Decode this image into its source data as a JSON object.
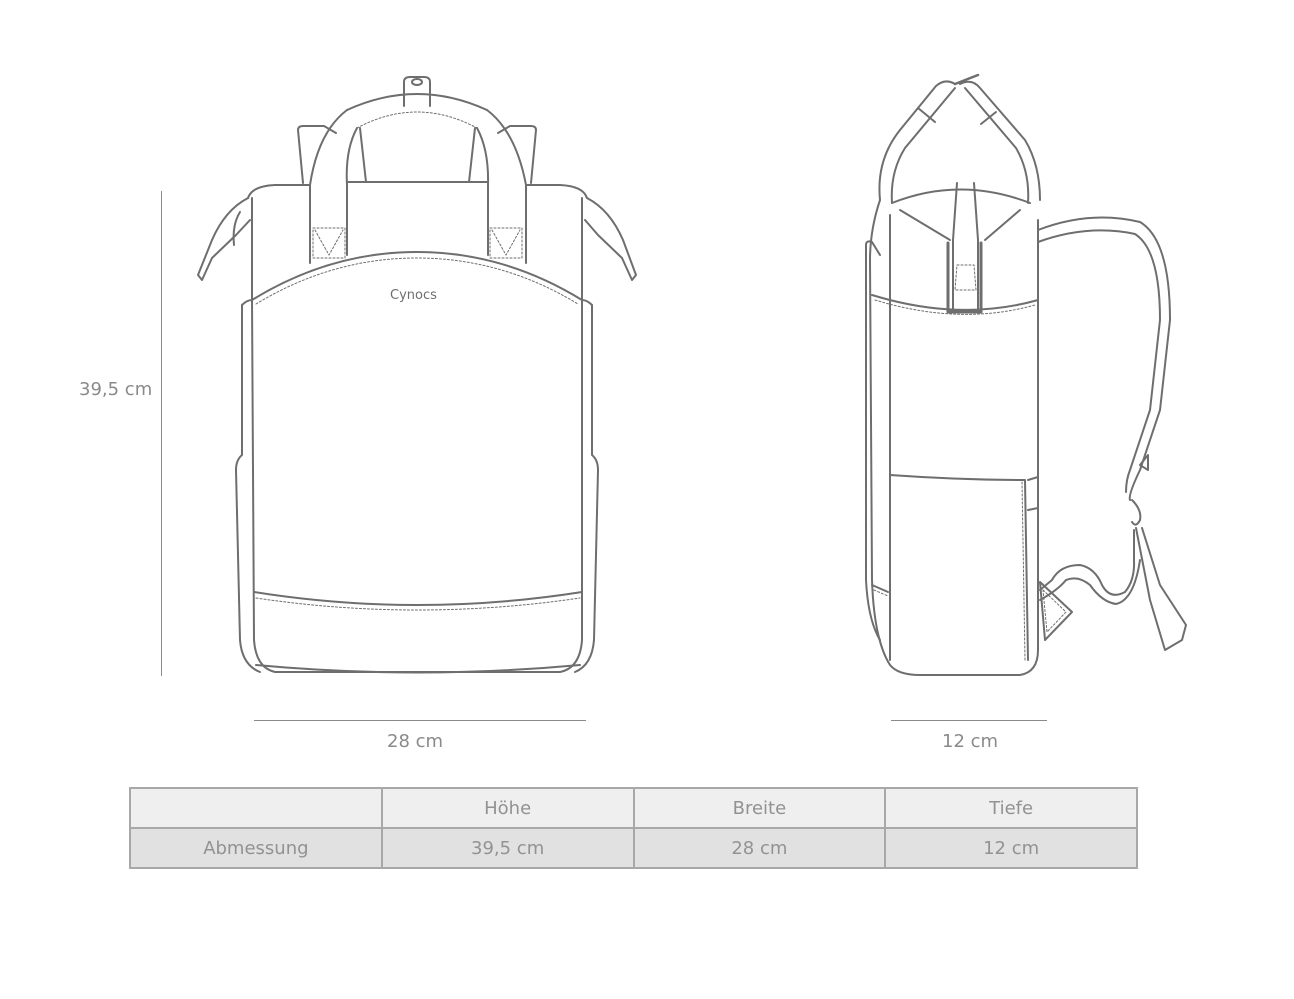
{
  "brand": "Cynocs",
  "dimensions": {
    "height_label": "39,5 cm",
    "width_label": "28 cm",
    "depth_label": "12 cm"
  },
  "views": [
    {
      "name": "front-view",
      "description": "Front view of backpack with top handles"
    },
    {
      "name": "side-view",
      "description": "Side view of backpack with shoulder strap"
    }
  ],
  "table": {
    "headers": [
      "",
      "Höhe",
      "Breite",
      "Tiefe"
    ],
    "rows": [
      {
        "label": "Abmessung",
        "values": [
          "39,5 cm",
          "28 cm",
          "12 cm"
        ]
      }
    ]
  },
  "colors": {
    "line": "#6e6e6e",
    "text": "#8a8a8a",
    "table_header_bg": "#efefef",
    "table_row_bg": "#e1e1e1",
    "table_border": "#a8a8a8"
  }
}
